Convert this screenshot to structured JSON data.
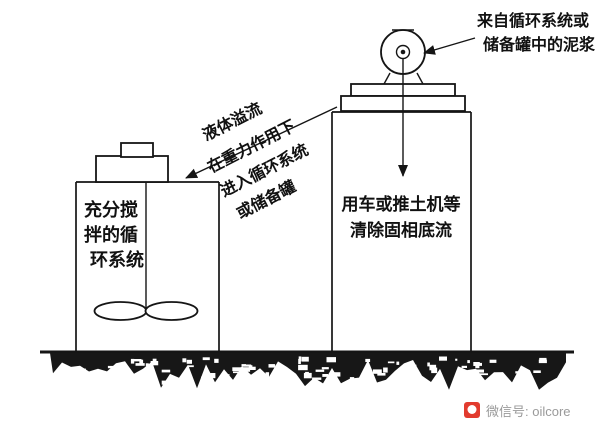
{
  "colors": {
    "ink": "#151515",
    "watermark_red": "#e23b2e",
    "watermark_gray": "#9a9a9a"
  },
  "annotations": {
    "source_line1": "来自循环系统或",
    "source_line2": "储备罐中的泥浆",
    "overflow_line1": "液体溢流",
    "overflow_line2": "在重力作用下",
    "overflow_line3": "进入循环系统",
    "overflow_line4": "或储备罐"
  },
  "left_tank": {
    "label_line1": "充分搅",
    "label_line2": "拌的循",
    "label_line3": "环系统"
  },
  "right_tank": {
    "label_line1": "用车或推土机等",
    "label_line2": "清除固相底流"
  },
  "watermark": {
    "text": "微信号: oilcore"
  }
}
